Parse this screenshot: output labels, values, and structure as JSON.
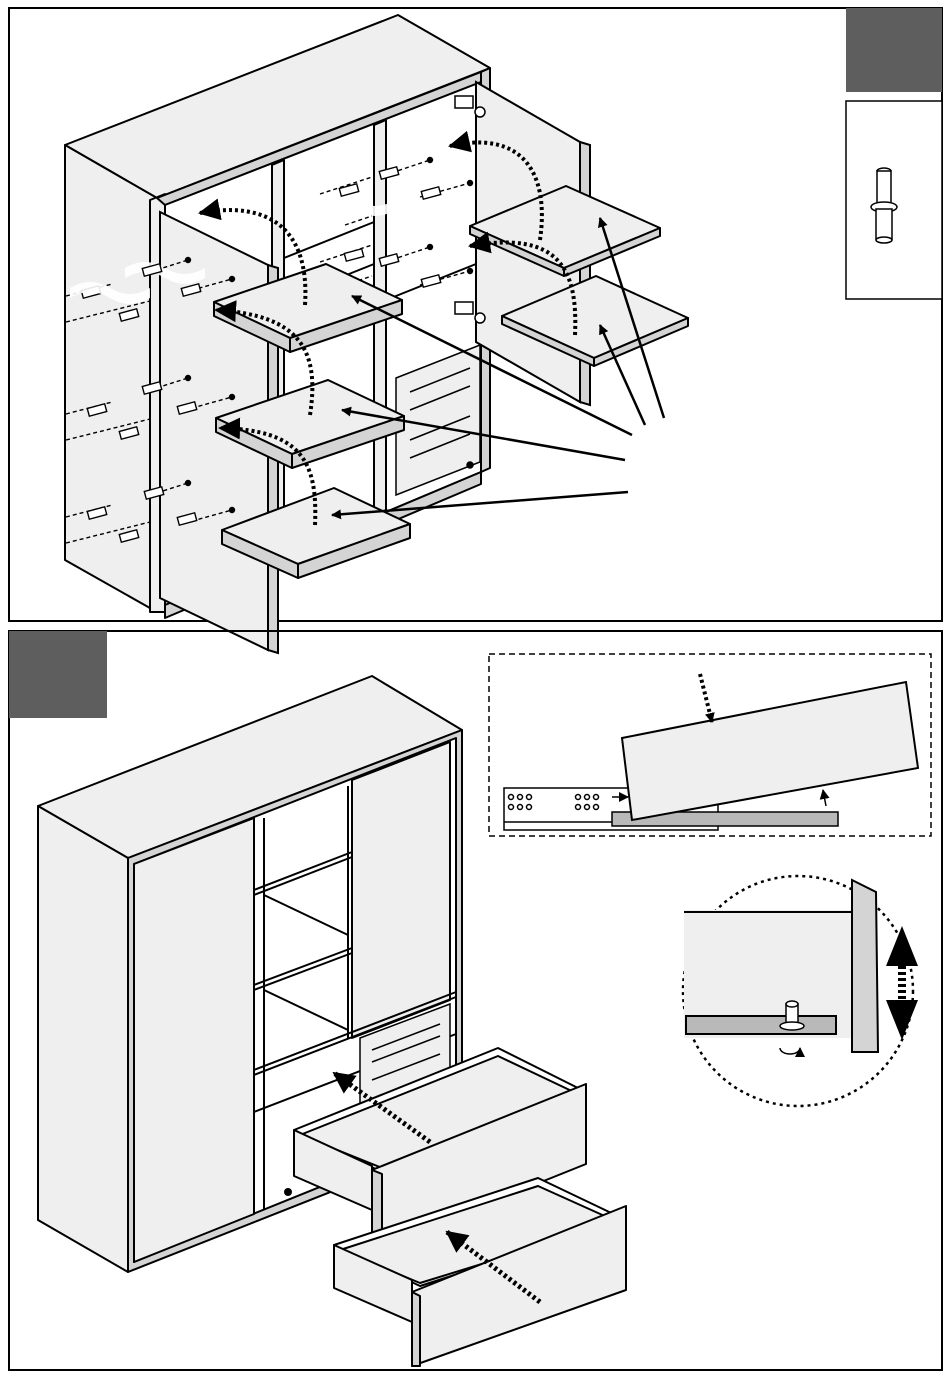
{
  "colors": {
    "line": "#000000",
    "panel_fill": "#efefef",
    "edge_fill": "#d4d4d4",
    "rail_fill": "#b9b9b9",
    "step_badge": "#5e5e5e",
    "page_bg": "#ffffff"
  },
  "icons": {
    "step_badge_top": "step-badge-square",
    "step_badge_bottom": "step-badge-square",
    "hardware_part": "shelf-support-pin-icon",
    "fit_arrows": "insert-arrow-icon",
    "adjust_arrows": "up-down-adjust-icon",
    "rotate_symbol": "rotate-arrow-icon"
  },
  "top_step": {
    "shelves_count": 5,
    "shelf_pins_per_row": 4
  },
  "bottom_step": {
    "drawers_count": 2
  }
}
